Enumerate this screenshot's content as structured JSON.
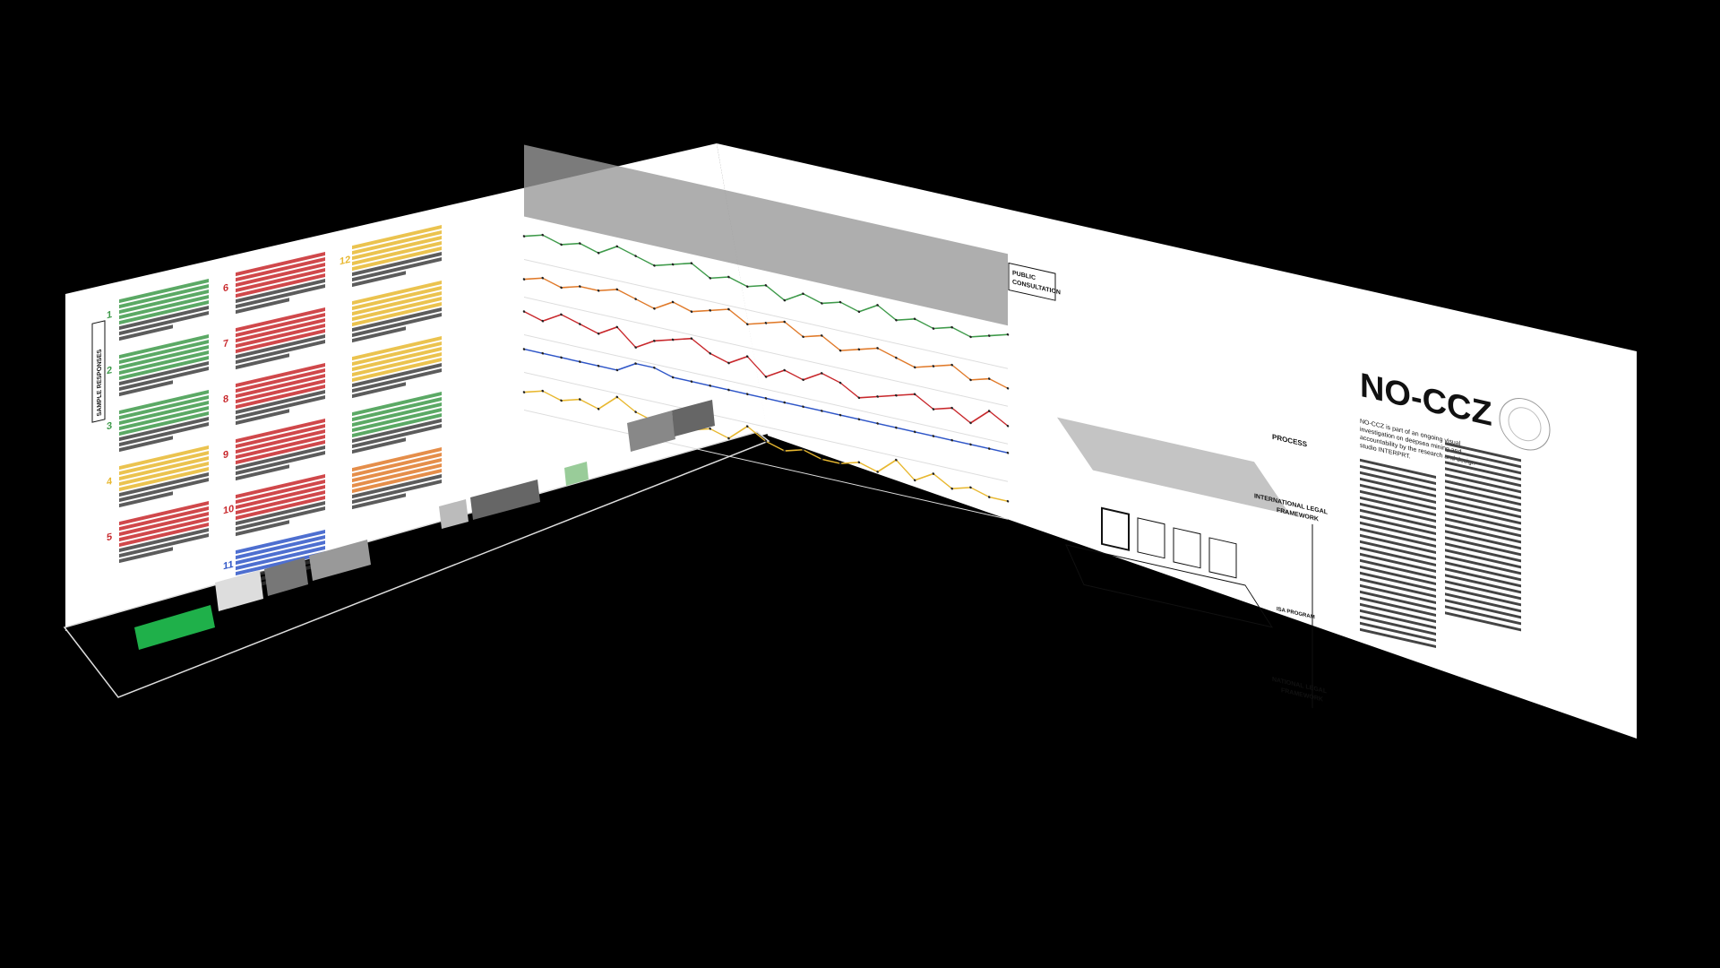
{
  "title": "NO-CCZ",
  "intro": [
    "NO-CCZ is part of an ongoing visual",
    "investigation on deepsea mining and",
    "accountability by the research and design",
    "studio INTERPRT."
  ],
  "labels": {
    "sample_responses": "SAMPLE RESPONSES",
    "public_consultation_1": "PUBLIC",
    "public_consultation_2": "CONSULTATION",
    "process": "PROCESS",
    "intl_framework_1": "INTERNATIONAL LEGAL",
    "intl_framework_2": "FRAMEWORK",
    "national_framework_1": "NATIONAL LEGAL",
    "national_framework_2": "FRAMEWORK",
    "isa_program": "ISA PROGRAM"
  },
  "response_numbers": [
    "1",
    "2",
    "3",
    "4",
    "5",
    "6",
    "7",
    "8",
    "9",
    "10",
    "11",
    "12"
  ],
  "colors": {
    "background": "#000000",
    "panel": "#ffffff",
    "green": "#3e9a4a",
    "orange": "#e07a2a",
    "red": "#c8282c",
    "blue": "#2f56c8",
    "yellow": "#e8b830",
    "gray": "#bdbdbd",
    "floor_green": "#1fb04a"
  },
  "chart_data": {
    "type": "line",
    "series": [
      {
        "color": "green",
        "values": [
          3,
          4,
          3,
          4,
          3,
          5,
          4,
          3,
          4,
          5,
          3,
          4,
          3,
          4,
          2,
          4,
          3,
          4,
          3,
          5,
          3,
          4,
          3,
          4,
          3,
          4,
          5
        ]
      },
      {
        "color": "orange",
        "values": [
          2,
          3,
          2,
          3,
          3,
          4,
          3,
          2,
          4,
          3,
          4,
          5,
          3,
          4,
          5,
          3,
          4,
          2,
          3,
          4,
          3,
          2,
          3,
          4,
          2,
          3,
          2
        ]
      },
      {
        "color": "red",
        "values": [
          3,
          2,
          4,
          3,
          2,
          4,
          1,
          3,
          4,
          5,
          3,
          2,
          4,
          1,
          3,
          2,
          4,
          3,
          1,
          2,
          3,
          4,
          2,
          3,
          1,
          4,
          2
        ]
      },
      {
        "color": "blue",
        "values": [
          3,
          3,
          3,
          3,
          3,
          3,
          5,
          5,
          4,
          4,
          4,
          4,
          4,
          4,
          4,
          4,
          4,
          4,
          4,
          4,
          4,
          4,
          4,
          4,
          4,
          4,
          4
        ]
      },
      {
        "color": "yellow",
        "values": [
          2,
          3,
          2,
          3,
          2,
          5,
          3,
          2,
          3,
          2,
          3,
          2,
          5,
          3,
          2,
          3,
          2,
          2,
          3,
          2,
          5,
          2,
          4,
          2,
          3,
          2,
          2
        ]
      }
    ]
  }
}
